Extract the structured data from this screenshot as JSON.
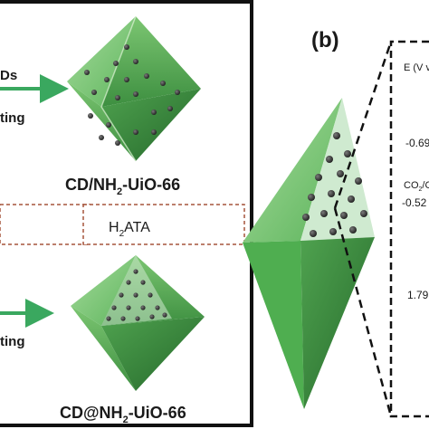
{
  "panel_a": {
    "arrow1_top": "Ds",
    "arrow1_bottom": "ting",
    "product1": "CD/NH",
    "product1_sub": "2",
    "product1_rest": "-UiO-66",
    "middle_box": "H",
    "middle_box_sub": "2",
    "middle_box_rest": "ATA",
    "arrow2_bottom": "ting",
    "product2": "CD@NH",
    "product2_sub": "2",
    "product2_rest": "-UiO-66"
  },
  "panel_b": {
    "label": "(b)",
    "axis_title": "E (V v",
    "level1": "-0.69",
    "co2_label": "CO",
    "co2_sub": "2",
    "co2_rest": "/C",
    "level2": "-0.52",
    "level3": "1.79"
  },
  "colors": {
    "green_light": "#8fd08a",
    "green_mid": "#5bb85a",
    "green_dark": "#2f7d34",
    "arrow_green": "#3aa85f",
    "dot": "#3b3b3b",
    "box_dash": "#a5553c"
  }
}
